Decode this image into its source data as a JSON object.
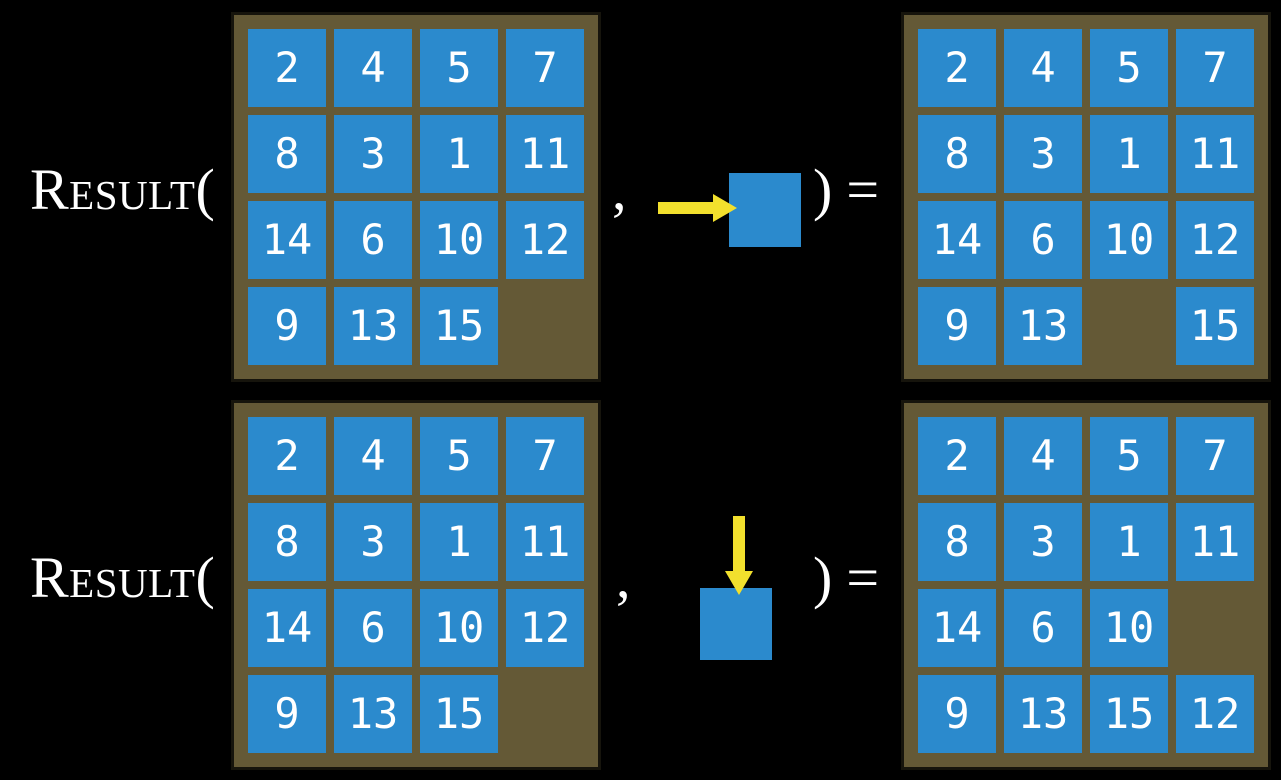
{
  "colors": {
    "background": "#000000",
    "text": "#ffffff",
    "board_bg": "#645936",
    "board_border": "#16140c",
    "tile_bg": "#2b8acd",
    "tile_text": "#ffffff",
    "arrow": "#f2e02d"
  },
  "function": {
    "label": "Result",
    "open_paren": "(",
    "comma": ",",
    "close_paren": ")",
    "equals": "="
  },
  "examples": [
    {
      "id": "move-right",
      "action": {
        "icon": "right-arrow-icon",
        "direction": "right"
      },
      "input_board": [
        [
          "2",
          "4",
          "5",
          "7"
        ],
        [
          "8",
          "3",
          "1",
          "11"
        ],
        [
          "14",
          "6",
          "10",
          "12"
        ],
        [
          "9",
          "13",
          "15",
          ""
        ]
      ],
      "output_board": [
        [
          "2",
          "4",
          "5",
          "7"
        ],
        [
          "8",
          "3",
          "1",
          "11"
        ],
        [
          "14",
          "6",
          "10",
          "12"
        ],
        [
          "9",
          "13",
          "",
          "15"
        ]
      ]
    },
    {
      "id": "move-down",
      "action": {
        "icon": "down-arrow-icon",
        "direction": "down"
      },
      "input_board": [
        [
          "2",
          "4",
          "5",
          "7"
        ],
        [
          "8",
          "3",
          "1",
          "11"
        ],
        [
          "14",
          "6",
          "10",
          "12"
        ],
        [
          "9",
          "13",
          "15",
          ""
        ]
      ],
      "output_board": [
        [
          "2",
          "4",
          "5",
          "7"
        ],
        [
          "8",
          "3",
          "1",
          "11"
        ],
        [
          "14",
          "6",
          "10",
          ""
        ],
        [
          "9",
          "13",
          "15",
          "12"
        ]
      ]
    }
  ]
}
